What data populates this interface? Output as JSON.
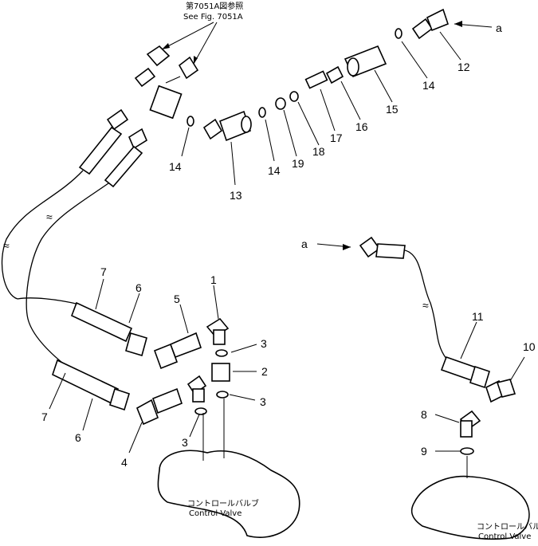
{
  "reference": {
    "jp": "第7051A図参照",
    "en": "See Fig. 7051A"
  },
  "connector_labels": {
    "top": "a",
    "right": "a"
  },
  "callouts": [
    "1",
    "2",
    "3",
    "3",
    "3",
    "4",
    "5",
    "6",
    "6",
    "7",
    "7",
    "8",
    "9",
    "10",
    "11",
    "12",
    "13",
    "14",
    "14",
    "14",
    "15",
    "16",
    "17",
    "18",
    "19"
  ],
  "valve_left": {
    "jp": "コントロールバルブ",
    "en": "Control  Valve"
  },
  "valve_right": {
    "jp": "コントロールバルブ",
    "en": "Control  Valve"
  }
}
